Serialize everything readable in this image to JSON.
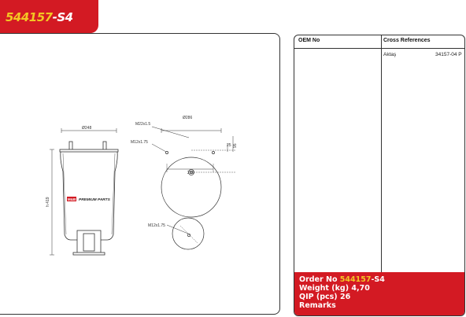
{
  "header": {
    "code": "544157",
    "suffix": "-S4"
  },
  "drawing": {
    "diameter_top": "Ø248",
    "diameter_plate": "Ø286",
    "height": "h 419",
    "thread_stud": "M22x1.5",
    "thread_bolt": "M12x1.75",
    "thread_bottom": "M12x1.75",
    "dim_25": "25",
    "dim_95": "95",
    "dim_210": "210",
    "brand_badge": "M&B",
    "brand_text": "PREMIUM PARTS"
  },
  "table": {
    "col_oem": "OEM No",
    "col_cross": "Cross References",
    "rows": [
      {
        "brand": "Aktaş",
        "ref": "34157-04 P"
      }
    ]
  },
  "info": {
    "order_label": "Order No",
    "order_code": "544157",
    "order_suffix": "-S4",
    "weight_label": "Weight (kg)",
    "weight_value": "4,70",
    "qip_label": "QIP (pcs)",
    "qip_value": "26",
    "remarks_label": "Remarks"
  },
  "colors": {
    "brand_red": "#d31a23",
    "brand_yellow": "#f3c623"
  }
}
